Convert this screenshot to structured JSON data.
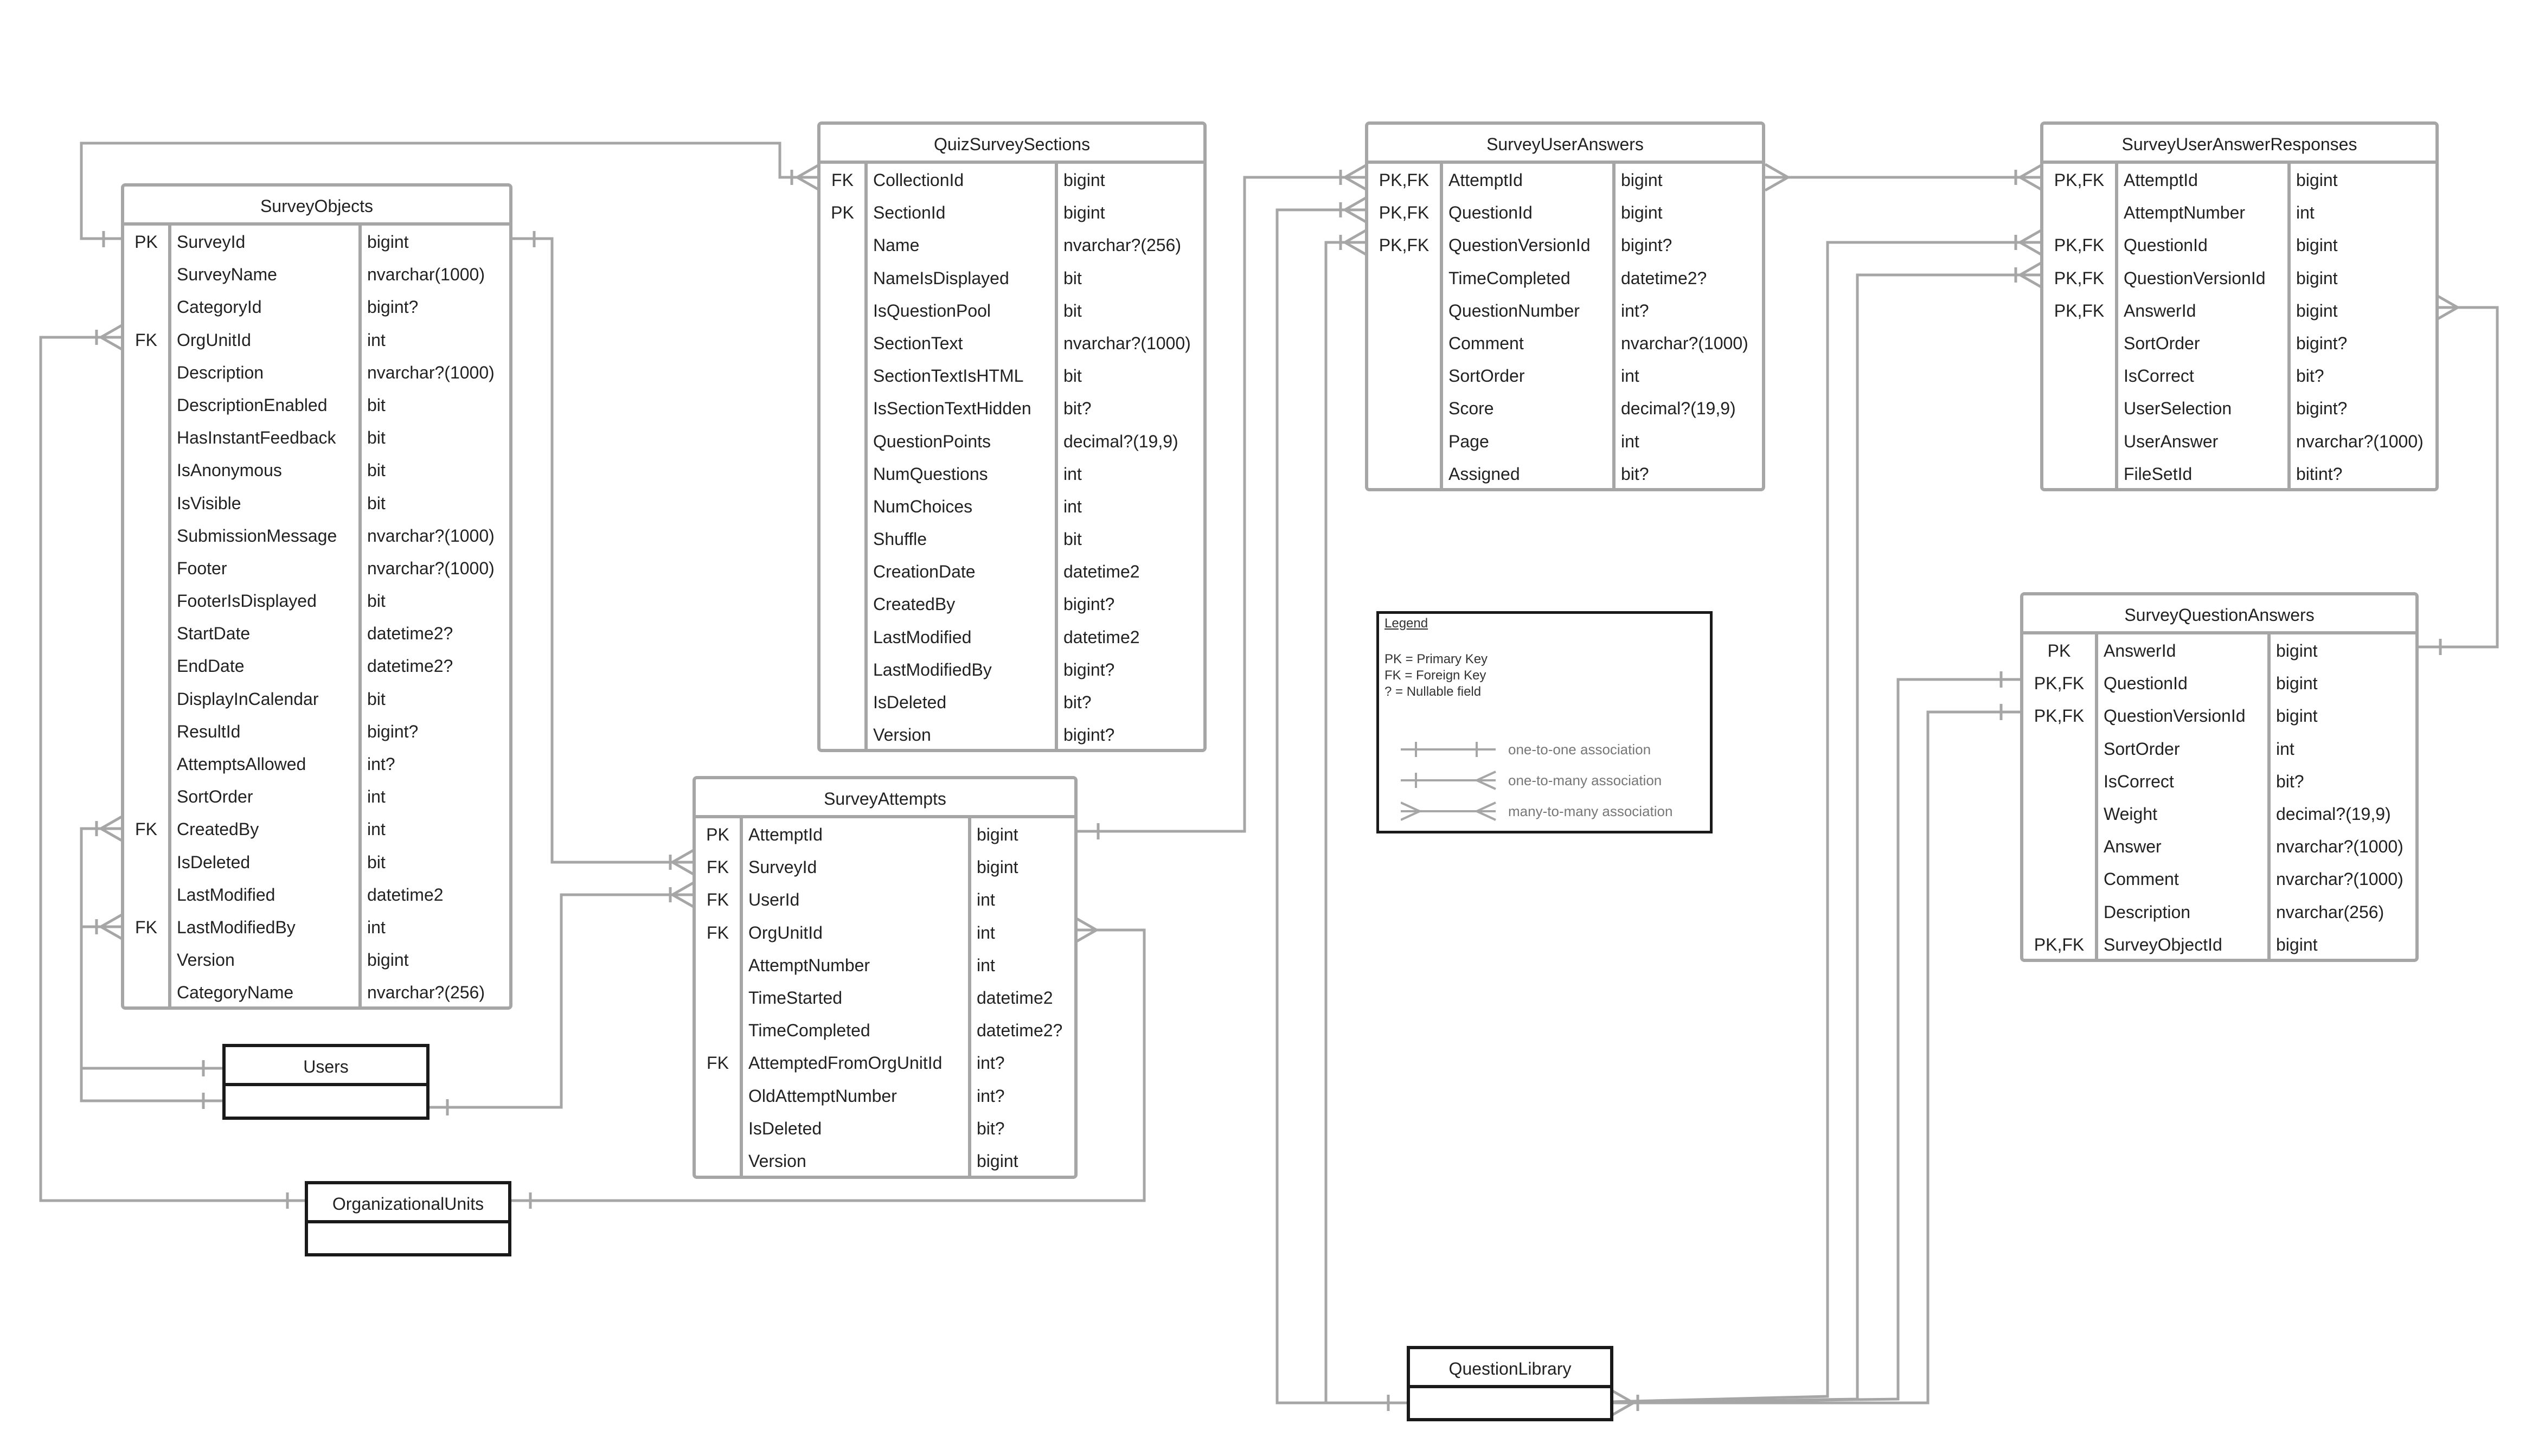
{
  "entities": [
    {
      "key": "surveyobjects",
      "name": "SurveyObjects",
      "rows": [
        [
          "PK",
          "SurveyId",
          "bigint"
        ],
        [
          "",
          "SurveyName",
          "nvarchar(1000)"
        ],
        [
          "",
          "CategoryId",
          "bigint?"
        ],
        [
          "FK",
          "OrgUnitId",
          "int"
        ],
        [
          "",
          "Description",
          "nvarchar?(1000)"
        ],
        [
          "",
          "DescriptionEnabled",
          "bit"
        ],
        [
          "",
          "HasInstantFeedback",
          "bit"
        ],
        [
          "",
          "IsAnonymous",
          "bit"
        ],
        [
          "",
          "IsVisible",
          "bit"
        ],
        [
          "",
          "SubmissionMessage",
          "nvarchar?(1000)"
        ],
        [
          "",
          "Footer",
          "nvarchar?(1000)"
        ],
        [
          "",
          "FooterIsDisplayed",
          "bit"
        ],
        [
          "",
          "StartDate",
          "datetime2?"
        ],
        [
          "",
          "EndDate",
          "datetime2?"
        ],
        [
          "",
          "DisplayInCalendar",
          "bit"
        ],
        [
          "",
          "ResultId",
          "bigint?"
        ],
        [
          "",
          "AttemptsAllowed",
          "int?"
        ],
        [
          "",
          "SortOrder",
          "int"
        ],
        [
          "FK",
          "CreatedBy",
          "int"
        ],
        [
          "",
          "IsDeleted",
          "bit"
        ],
        [
          "",
          "LastModified",
          "datetime2"
        ],
        [
          "FK",
          "LastModifiedBy",
          "int"
        ],
        [
          "",
          "Version",
          "bigint"
        ],
        [
          "",
          "CategoryName",
          "nvarchar?(256)"
        ]
      ]
    },
    {
      "key": "quizsurveysections",
      "name": "QuizSurveySections",
      "rows": [
        [
          "FK",
          "CollectionId",
          "bigint"
        ],
        [
          "PK",
          "SectionId",
          "bigint"
        ],
        [
          "",
          "Name",
          "nvarchar?(256)"
        ],
        [
          "",
          "NameIsDisplayed",
          "bit"
        ],
        [
          "",
          "IsQuestionPool",
          "bit"
        ],
        [
          "",
          "SectionText",
          "nvarchar?(1000)"
        ],
        [
          "",
          "SectionTextIsHTML",
          "bit"
        ],
        [
          "",
          "IsSectionTextHidden",
          "bit?"
        ],
        [
          "",
          "QuestionPoints",
          "decimal?(19,9)"
        ],
        [
          "",
          "NumQuestions",
          "int"
        ],
        [
          "",
          "NumChoices",
          "int"
        ],
        [
          "",
          "Shuffle",
          "bit"
        ],
        [
          "",
          "CreationDate",
          "datetime2"
        ],
        [
          "",
          "CreatedBy",
          "bigint?"
        ],
        [
          "",
          "LastModified",
          "datetime2"
        ],
        [
          "",
          "LastModifiedBy",
          "bigint?"
        ],
        [
          "",
          "IsDeleted",
          "bit?"
        ],
        [
          "",
          "Version",
          "bigint?"
        ]
      ]
    },
    {
      "key": "surveyattempts",
      "name": "SurveyAttempts",
      "rows": [
        [
          "PK",
          "AttemptId",
          "bigint"
        ],
        [
          "FK",
          "SurveyId",
          "bigint"
        ],
        [
          "FK",
          "UserId",
          "int"
        ],
        [
          "FK",
          "OrgUnitId",
          "int"
        ],
        [
          "",
          "AttemptNumber",
          "int"
        ],
        [
          "",
          "TimeStarted",
          "datetime2"
        ],
        [
          "",
          "TimeCompleted",
          "datetime2?"
        ],
        [
          "FK",
          "AttemptedFromOrgUnitId",
          "int?"
        ],
        [
          "",
          "OldAttemptNumber",
          "int?"
        ],
        [
          "",
          "IsDeleted",
          "bit?"
        ],
        [
          "",
          "Version",
          "bigint"
        ]
      ]
    },
    {
      "key": "surveyuseranswers",
      "name": "SurveyUserAnswers",
      "rows": [
        [
          "PK,FK",
          "AttemptId",
          "bigint"
        ],
        [
          "PK,FK",
          "QuestionId",
          "bigint"
        ],
        [
          "PK,FK",
          "QuestionVersionId",
          "bigint?"
        ],
        [
          "",
          "TimeCompleted",
          "datetime2?"
        ],
        [
          "",
          "QuestionNumber",
          "int?"
        ],
        [
          "",
          "Comment",
          "nvarchar?(1000)"
        ],
        [
          "",
          "SortOrder",
          "int"
        ],
        [
          "",
          "Score",
          "decimal?(19,9)"
        ],
        [
          "",
          "Page",
          "int"
        ],
        [
          "",
          "Assigned",
          "bit?"
        ]
      ]
    },
    {
      "key": "surveyuseranswerresponses",
      "name": "SurveyUserAnswerResponses",
      "rows": [
        [
          "PK,FK",
          "AttemptId",
          "bigint"
        ],
        [
          "",
          "AttemptNumber",
          "int"
        ],
        [
          "PK,FK",
          "QuestionId",
          "bigint"
        ],
        [
          "PK,FK",
          "QuestionVersionId",
          "bigint"
        ],
        [
          "PK,FK",
          "AnswerId",
          "bigint"
        ],
        [
          "",
          "SortOrder",
          "bigint?"
        ],
        [
          "",
          "IsCorrect",
          "bit?"
        ],
        [
          "",
          "UserSelection",
          "bigint?"
        ],
        [
          "",
          "UserAnswer",
          "nvarchar?(1000)"
        ],
        [
          "",
          "FileSetId",
          "bitint?"
        ]
      ]
    },
    {
      "key": "surveyquestionanswers",
      "name": "SurveyQuestionAnswers",
      "rows": [
        [
          "PK",
          "AnswerId",
          "bigint"
        ],
        [
          "PK,FK",
          "QuestionId",
          "bigint"
        ],
        [
          "PK,FK",
          "QuestionVersionId",
          "bigint"
        ],
        [
          "",
          "SortOrder",
          "int"
        ],
        [
          "",
          "IsCorrect",
          "bit?"
        ],
        [
          "",
          "Weight",
          "decimal?(19,9)"
        ],
        [
          "",
          "Answer",
          "nvarchar?(1000)"
        ],
        [
          "",
          "Comment",
          "nvarchar?(1000)"
        ],
        [
          "",
          "Description",
          "nvarchar(256)"
        ],
        [
          "PK,FK",
          "SurveyObjectId",
          "bigint"
        ]
      ]
    }
  ],
  "external_entities": {
    "users": "Users",
    "org_units": "OrganizationalUnits",
    "question_library": "QuestionLibrary"
  },
  "legend": {
    "title": "Legend",
    "pk_line": "PK = Primary Key",
    "fk_line": "FK = Foreign Key",
    "nullable_line": "? = Nullable field",
    "one_to_one": "one-to-one association",
    "one_to_many": "one-to-many association",
    "many_to_many": "many-to-many association"
  },
  "colors": {
    "entity_border": "#a6a6a6",
    "dark_border": "#1a1a1a",
    "connector": "#a6a6a6"
  }
}
